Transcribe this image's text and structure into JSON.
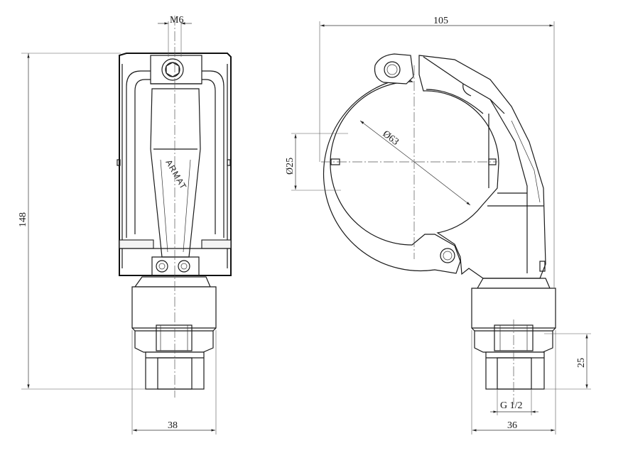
{
  "drawing": {
    "dimensions": {
      "thread_top": "M6",
      "height_total": "148",
      "width_front": "38",
      "width_total": "105",
      "clamp_diameter": "Ø63",
      "bore_diameter": "Ø25",
      "height_fitting": "25",
      "thread_bottom": "G 1/2",
      "width_side": "36"
    },
    "logo": "ARMAT"
  },
  "colors": {
    "line": "#1a1a1a",
    "background": "#ffffff"
  }
}
